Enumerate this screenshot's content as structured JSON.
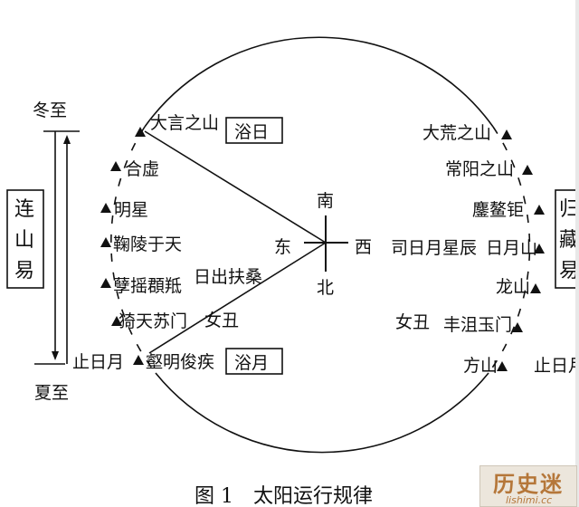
{
  "left_system": {
    "label_chars": [
      "连",
      "山",
      "易"
    ],
    "top": "冬至",
    "bottom": "夏至"
  },
  "right_system": {
    "label_chars": [
      "归",
      "藏",
      "易"
    ]
  },
  "boxes": {
    "bath_sun": "浴日",
    "bath_moon": "浴月"
  },
  "directions": {
    "south": "南",
    "north": "北",
    "east": "东",
    "west": "西"
  },
  "left_mountains": [
    "大言之山",
    "合虚",
    "明星",
    "鞠陵于天",
    "孽摇頵羝",
    "猗天苏门",
    "壑明俊疾"
  ],
  "right_mountains": [
    "大荒之山",
    "常阳之山",
    "鏖鳌钜",
    "日月山",
    "龙山",
    "丰沮玉门",
    "方山"
  ],
  "other_labels": {
    "sunrise": "日出扶桑",
    "nvchou_left": "女丑",
    "nvchou_right": "女丑",
    "stop_left": "止日月",
    "stop_right": "止日月",
    "si_ri": "司日月星辰"
  },
  "caption": "图 1　太阳运行规律",
  "watermark": {
    "text": "历史迷",
    "url": "lishimi.cc"
  }
}
